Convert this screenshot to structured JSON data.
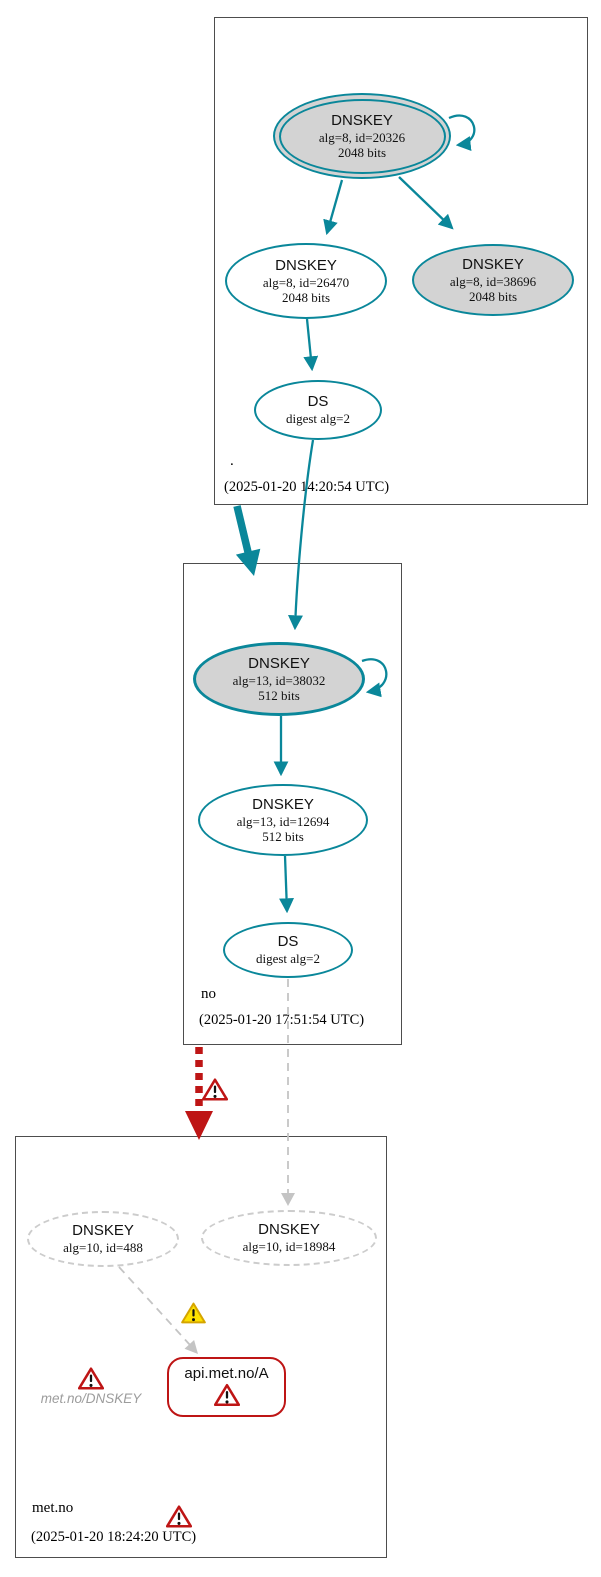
{
  "colors": {
    "secure_teal": "#0a879a",
    "bogus_red": "#be1515",
    "warning_yellow": "#ffe200",
    "ksk_fill_gray": "#d3d3d3",
    "insecure_gray": "#cccccc",
    "insecure_text_gray": "#9c9c9c"
  },
  "zones": {
    "root": {
      "label": ".",
      "timestamp": "(2025-01-20 14:20:54 UTC)",
      "ksk": {
        "title": "DNSKEY",
        "alg": "alg=8, id=20326",
        "bits": "2048 bits"
      },
      "zsk": {
        "title": "DNSKEY",
        "alg": "alg=8, id=26470",
        "bits": "2048 bits"
      },
      "key38696": {
        "title": "DNSKEY",
        "alg": "alg=8, id=38696",
        "bits": "2048 bits"
      },
      "ds": {
        "title": "DS",
        "detail": "digest alg=2"
      }
    },
    "no": {
      "label": "no",
      "timestamp": "(2025-01-20 17:51:54 UTC)",
      "ksk": {
        "title": "DNSKEY",
        "alg": "alg=13, id=38032",
        "bits": "512 bits"
      },
      "zsk": {
        "title": "DNSKEY",
        "alg": "alg=13, id=12694",
        "bits": "512 bits"
      },
      "ds": {
        "title": "DS",
        "detail": "digest alg=2"
      }
    },
    "metno": {
      "label": "met.no",
      "timestamp": "(2025-01-20 18:24:20 UTC)",
      "key488": {
        "title": "DNSKEY",
        "alg": "alg=10, id=488"
      },
      "key18984": {
        "title": "DNSKEY",
        "alg": "alg=10, id=18984"
      },
      "rrset_label": "api.met.no/A",
      "dnskey_error_label": "met.no/DNSKEY"
    }
  }
}
